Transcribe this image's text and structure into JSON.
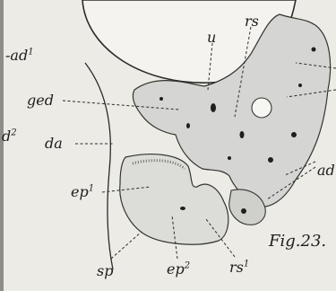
{
  "figure": {
    "caption": "Fig.23.",
    "labels": {
      "ad1": {
        "base": "-ad",
        "sup": "1"
      },
      "u": {
        "base": "u",
        "sup": ""
      },
      "rs": {
        "base": "rs",
        "sup": ""
      },
      "ged": {
        "base": "ged",
        "sup": ""
      },
      "d2": {
        "base": "d",
        "sup": "2"
      },
      "da": {
        "base": "da",
        "sup": ""
      },
      "ep1": {
        "base": "ep",
        "sup": "1"
      },
      "ad": {
        "base": "ad",
        "sup": ""
      },
      "sp": {
        "base": "sp",
        "sup": ""
      },
      "ep2": {
        "base": "ep",
        "sup": "2"
      },
      "rs1": {
        "base": "rs",
        "sup": "1"
      }
    }
  }
}
